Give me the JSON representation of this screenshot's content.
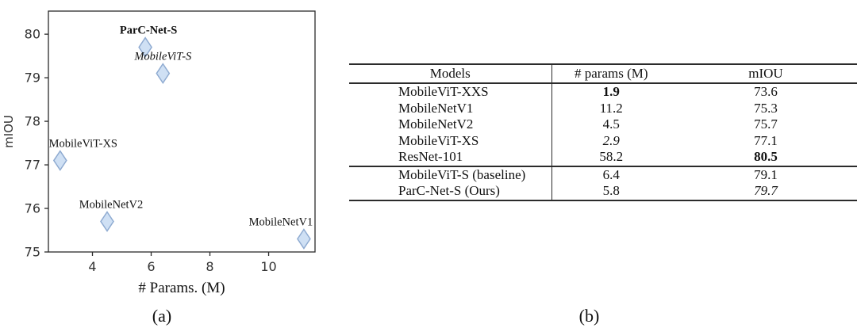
{
  "captions": {
    "a": "(a)",
    "b": "(b)"
  },
  "colors": {
    "marker_fill": "#cfe0f4",
    "marker_stroke": "#8fabd1",
    "axis": "#2b2b2b",
    "tick_text": "#333333",
    "label_text": "#111111",
    "rule": "#2b2b2b"
  },
  "chart_data": [
    {
      "type": "scatter",
      "title": "",
      "xlabel": "# Params. (M)",
      "ylabel": "mIOU",
      "xlim": [
        2.5,
        11.58
      ],
      "ylim": [
        75,
        80.53
      ],
      "xticks": [
        4,
        6,
        8,
        10
      ],
      "yticks": [
        75,
        76,
        77,
        78,
        79,
        80
      ],
      "grid": false,
      "legend": "none",
      "marker": "diamond",
      "points": [
        {
          "label": "ParC-Net-S",
          "params": 5.8,
          "miou": 79.7,
          "label_style": "bold",
          "label_dx": 4
        },
        {
          "label": "MobileViT-S",
          "params": 6.4,
          "miou": 79.1,
          "label_style": "italic",
          "label_dx": 0
        },
        {
          "label": "MobileViT-XS",
          "params": 2.9,
          "miou": 77.1,
          "label_style": "normal",
          "label_dx": 29
        },
        {
          "label": "MobileNetV2",
          "params": 4.5,
          "miou": 75.7,
          "label_style": "normal",
          "label_dx": 5
        },
        {
          "label": "MobileNetV1",
          "params": 11.2,
          "miou": 75.3,
          "label_style": "normal",
          "label_dx": -29
        }
      ]
    },
    {
      "type": "table",
      "headers": [
        "Models",
        "# params (M)",
        "mIOU"
      ],
      "rows": [
        {
          "model": "MobileViT-XXS",
          "params": "1.9",
          "params_style": "bold",
          "miou": "73.6",
          "miou_style": "normal",
          "group_end": false
        },
        {
          "model": "MobileNetV1",
          "params": "11.2",
          "params_style": "normal",
          "miou": "75.3",
          "miou_style": "normal",
          "group_end": false
        },
        {
          "model": "MobileNetV2",
          "params": "4.5",
          "params_style": "normal",
          "miou": "75.7",
          "miou_style": "normal",
          "group_end": false
        },
        {
          "model": "MobileViT-XS",
          "params": "2.9",
          "params_style": "italic",
          "miou": "77.1",
          "miou_style": "normal",
          "group_end": false
        },
        {
          "model": "ResNet-101",
          "params": "58.2",
          "params_style": "normal",
          "miou": "80.5",
          "miou_style": "bold",
          "group_end": true
        },
        {
          "model": "MobileViT-S (baseline)",
          "params": "6.4",
          "params_style": "normal",
          "miou": "79.1",
          "miou_style": "normal",
          "group_end": false
        },
        {
          "model": "ParC-Net-S (Ours)",
          "params": "5.8",
          "params_style": "normal",
          "miou": "79.7",
          "miou_style": "italic",
          "group_end": false
        }
      ]
    }
  ]
}
